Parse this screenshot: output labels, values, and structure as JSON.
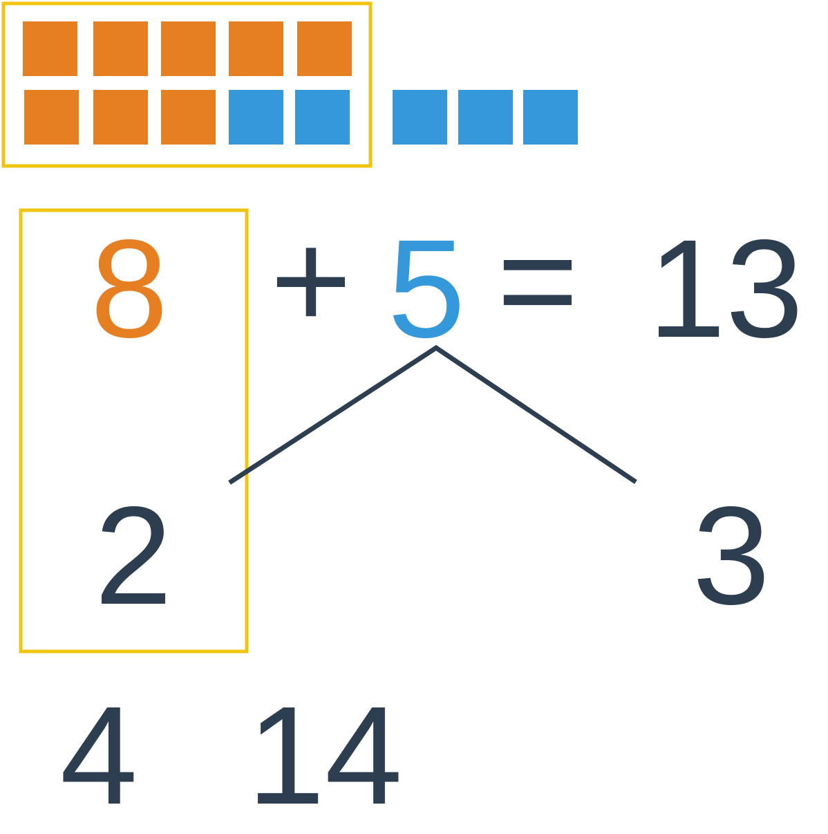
{
  "colors": {
    "orange": "#E67E22",
    "blue": "#3498DB",
    "dark": "#2C3E50",
    "yellow": "#F1C40F"
  },
  "blocks": {
    "orange_count": 8,
    "blue_count": 5,
    "blue_inside_ten_frame": 2,
    "blue_outside": 3
  },
  "equation": {
    "addend1": "8",
    "plus": "+",
    "addend2": "5",
    "equals": "=",
    "sum": "13"
  },
  "decomposition": {
    "part1": "2",
    "part2": "3"
  },
  "extra_numbers": {
    "a": "4",
    "b": "14"
  }
}
